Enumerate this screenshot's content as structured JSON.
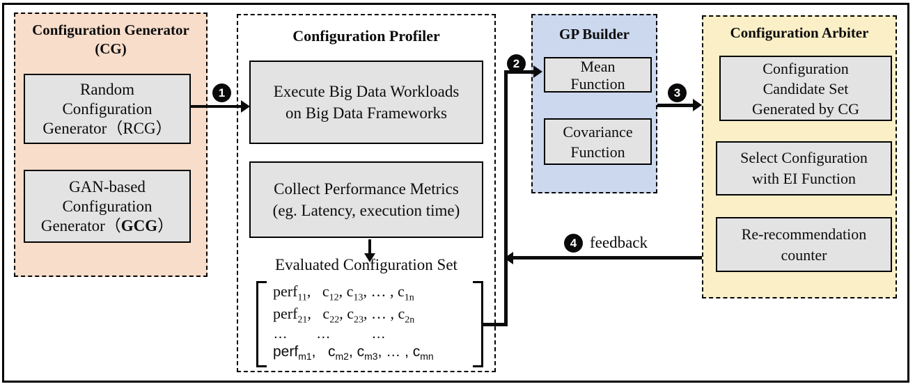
{
  "colors": {
    "cg_panel_bg": "#f8ddcb",
    "gp_panel_bg": "#ccd8ee",
    "arbiter_panel_bg": "#fbefc7",
    "box_bg": "#e3e3e3",
    "line_color": "#0c0c0c"
  },
  "cg": {
    "title_line1": "Configuration Generator",
    "title_line2": "(CG)",
    "rcg": {
      "lines": [
        "Random",
        "Configuration",
        "Generator（RCG）"
      ]
    },
    "gcg": {
      "line1": "GAN-based",
      "line2": "Configuration",
      "line3_pre": "Generator（",
      "line3_bold": "GCG",
      "line3_post": "）"
    }
  },
  "profiler": {
    "title": "Configuration Profiler",
    "execute": {
      "line1": "Execute Big Data Workloads",
      "line2": "on Big Data Frameworks"
    },
    "collect": {
      "line1": "Collect Performance Metrics",
      "line2": "(eg. Latency, execution time)"
    },
    "evaluated_label": "Evaluated Configuration Set",
    "matrix": {
      "row1": "perf_{11},   c_{12}, c_{13}, … , c_{1n}",
      "row2": "perf_{21},   c_{22}, c_{23}, … , c_{2n}",
      "row3": "…       …          …",
      "row4": "perf_{m1},   c_{m2}, c_{m3}, … , c_{mn}"
    }
  },
  "gp": {
    "title": "GP Builder",
    "mean": {
      "line1": "Mean",
      "line2": "Function"
    },
    "covariance": {
      "line1": "Covariance",
      "line2": "Function"
    }
  },
  "arbiter": {
    "title": "Configuration Arbiter",
    "candidate": {
      "lines": [
        "Configuration",
        "Candidate Set",
        "Generated by CG"
      ]
    },
    "select": {
      "lines": [
        "Select Configuration",
        "with EI Function"
      ]
    },
    "rerecommendation": {
      "lines": [
        "Re-recommendation",
        "counter"
      ]
    }
  },
  "connectors": {
    "step1": "1",
    "step2": "2",
    "step3": "3",
    "step4": "4",
    "feedback_label": "feedback"
  }
}
